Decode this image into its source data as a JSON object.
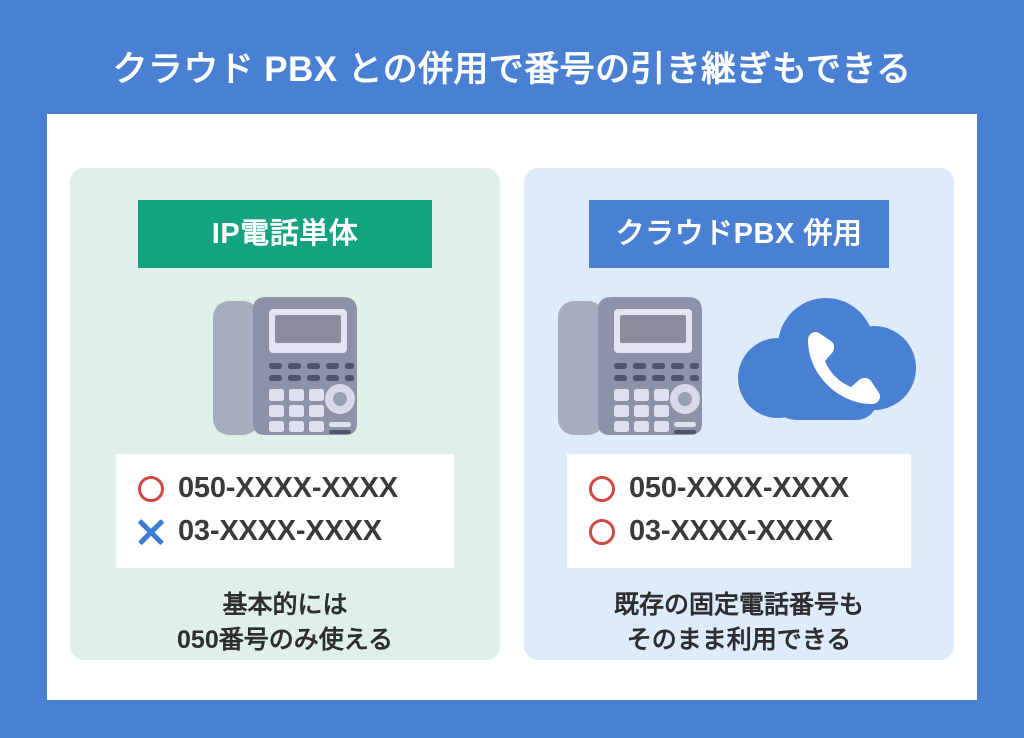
{
  "header": {
    "title": "クラウド PBX との併用で番号の引き継ぎもできる"
  },
  "colors": {
    "background_blue": "#4A80D4",
    "card_white": "#FFFFFF",
    "panel_left_green": "#DEF0E7",
    "panel_right_blue": "#DEEBFB",
    "badge_left_green": "#13A37E",
    "badge_right_blue": "#4A80D4",
    "mark_circle_red": "#D0483F",
    "mark_cross_blue": "#3D7BD4",
    "cloud_blue": "#4A80D4",
    "text_dark": "#3A3A3C"
  },
  "panels": [
    {
      "id": "ip-phone-standalone",
      "badge_label": "IP電話単体",
      "icons": [
        "desk-phone-icon"
      ],
      "numbers": [
        {
          "mark": "circle",
          "label": "050-XXXX-XXXX"
        },
        {
          "mark": "cross",
          "label": "03-XXXX-XXXX"
        }
      ],
      "caption": "基本的には\n050番号のみ使える"
    },
    {
      "id": "cloud-pbx-combined",
      "badge_label": "クラウドPBX 併用",
      "icons": [
        "desk-phone-icon",
        "cloud-phone-icon"
      ],
      "numbers": [
        {
          "mark": "circle",
          "label": "050-XXXX-XXXX"
        },
        {
          "mark": "circle",
          "label": "03-XXXX-XXXX"
        }
      ],
      "caption": "既存の固定電話番号も\nそのまま利用できる"
    }
  ]
}
